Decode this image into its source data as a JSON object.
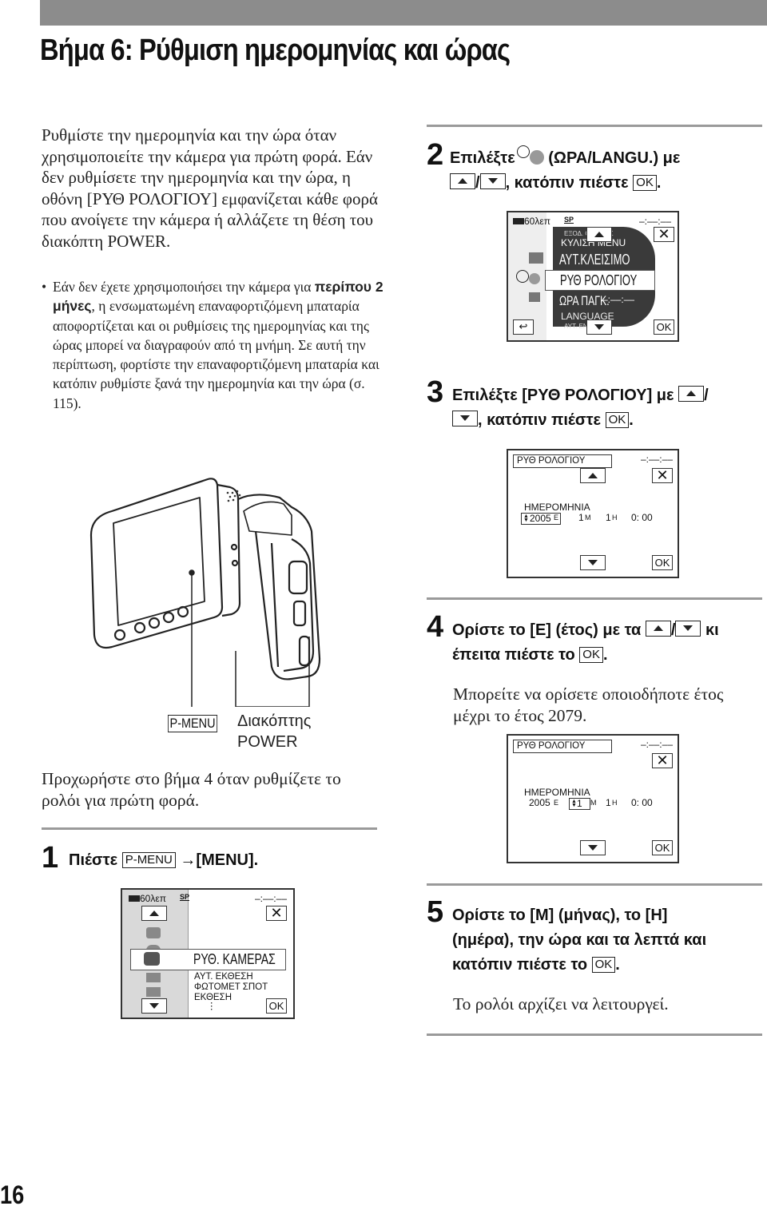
{
  "header": {
    "title": "Βήμα 6: Ρύθμιση ημερομηνίας και ώρας",
    "page_number": "16"
  },
  "intro": {
    "paragraph": "Ρυθμίστε την ημερομηνία και την ώρα όταν χρησιμοποιείτε την κάμερα για πρώτη φορά. Εάν δεν ρυθμίσετε την ημερομηνία και την ώρα, η οθόνη [ΡΥΘ ΡΟΛΟΓΙΟΥ] εμφανίζεται κάθε φορά που ανοίγετε την κάμερα ή αλλάζετε τη θέση του διακόπτη POWER.",
    "note_pre": "Εάν δεν έχετε χρησιμοποιήσει την κάμερα για ",
    "note_bold": "περίπου 2 μήνες",
    "note_post": ", η ενσωματωμένη επαναφορτιζόμενη μπαταρία αποφορτίζεται και οι ρυθμίσεις της ημερομηνίας και της ώρας μπορεί να διαγραφούν από τη μνήμη. Σε αυτή την περίπτωση, φορτίστε την επαναφορτιζόμενη μπαταρία και κατόπιν ρυθμίστε ξανά την ημερομηνία και την ώρα (σ. 115).",
    "bullet": "•"
  },
  "camera_labels": {
    "pmenu": "P-MENU",
    "power_line1": "Διακόπτης",
    "power_line2": "POWER"
  },
  "proceed_text": "Προχωρήστε στο βήμα 4 όταν ρυθμίζετε το ρολόι για πρώτη φορά.",
  "steps": {
    "s1": {
      "num": "1",
      "pre": "Πιέστε ",
      "key": "P-MENU",
      "post": " →[MENU]."
    },
    "s2": {
      "num": "2",
      "pre": "Επιλέξτε",
      "post": " (ΩΡΑ/LANGU.) με",
      "slash": "/",
      "line2": ", κατόπιν πιέστε ",
      "ok": "OK",
      "end": "."
    },
    "s3": {
      "num": "3",
      "pre": "Επιλέξτε [ΡΥΘ ΡΟΛΟΓΙΟΥ] με ",
      "slash": "/",
      "line2": ", κατόπιν πιέστε ",
      "ok": "OK",
      "end": "."
    },
    "s4": {
      "num": "4",
      "pre": "Ορίστε το [Ε] (έτος) με τα ",
      "slash": "/",
      "post": " κι",
      "line2": "έπειτα πιέστε το ",
      "ok": "OK",
      "end": ".",
      "body": "Μπορείτε να ορίσετε οποιοδήποτε έτος μέχρι το έτος 2079."
    },
    "s5": {
      "num": "5",
      "line1": "Ορίστε το [Μ] (μήνας), το [Η]",
      "line2": "(ημέρα), την ώρα και τα λεπτά και",
      "line3": "κατόπιν πιέστε το ",
      "ok": "OK",
      "end": ".",
      "body": "Το ρολόι αρχίζει να λειτουργεί."
    }
  },
  "screen1": {
    "battery": "60λεπ",
    "sp": "SP",
    "time": "–:––:––",
    "close": "✕",
    "selected": "ΡΥΘ. ΚΑΜΕΡΑΣ",
    "items": [
      "ΑΥΤ. ΕΚΘΕΣΗ",
      "ΦΩΤΟΜΕΤ ΣΠΟΤ",
      "ΕΚΘΕΣΗ"
    ],
    "more": "⋮",
    "ok": "OK"
  },
  "screen2": {
    "battery": "60λεπ",
    "sp": "SP",
    "time": "–:––:––",
    "close": "✕",
    "item0": "ΕΞΟΔ. ΟΘΟΝΗΣ",
    "item1": "ΚΥΛΙΣΗ MENU",
    "item2": "ΑΥΤ.ΚΛΕΙΣΙΜΟ",
    "selected": "ΡΥΘ ΡΟΛΟΓΙΟΥ",
    "item4": "ΩΡΑ ΠΑΓΚ.",
    "item4_time": "–:––:––",
    "item5": "LANGUAGE",
    "item6": "ΑΥΤ. ΕΝΔΕΙΞΗ",
    "back": "↩",
    "ok": "OK"
  },
  "screen3": {
    "header": "ΡΥΘ ΡΟΛΟΓΙΟΥ",
    "time": "–:––:––",
    "close": "✕",
    "label": "ΗΜΕΡΟΜΗΝΙΑ",
    "year": "2005",
    "year_unit": "Ε",
    "month": "1",
    "month_unit": "Μ",
    "day": "1",
    "day_unit": "Η",
    "clock": "0: 00",
    "ok": "OK"
  },
  "screen4": {
    "header": "ΡΥΘ ΡΟΛΟΓΙΟΥ",
    "time": "–:––:––",
    "close": "✕",
    "label": "ΗΜΕΡΟΜΗΝΙΑ",
    "year": "2005",
    "year_unit": "Ε",
    "month": "1",
    "month_unit": "Μ",
    "day": "1",
    "day_unit": "Η",
    "clock": "0: 00",
    "ok": "OK"
  }
}
